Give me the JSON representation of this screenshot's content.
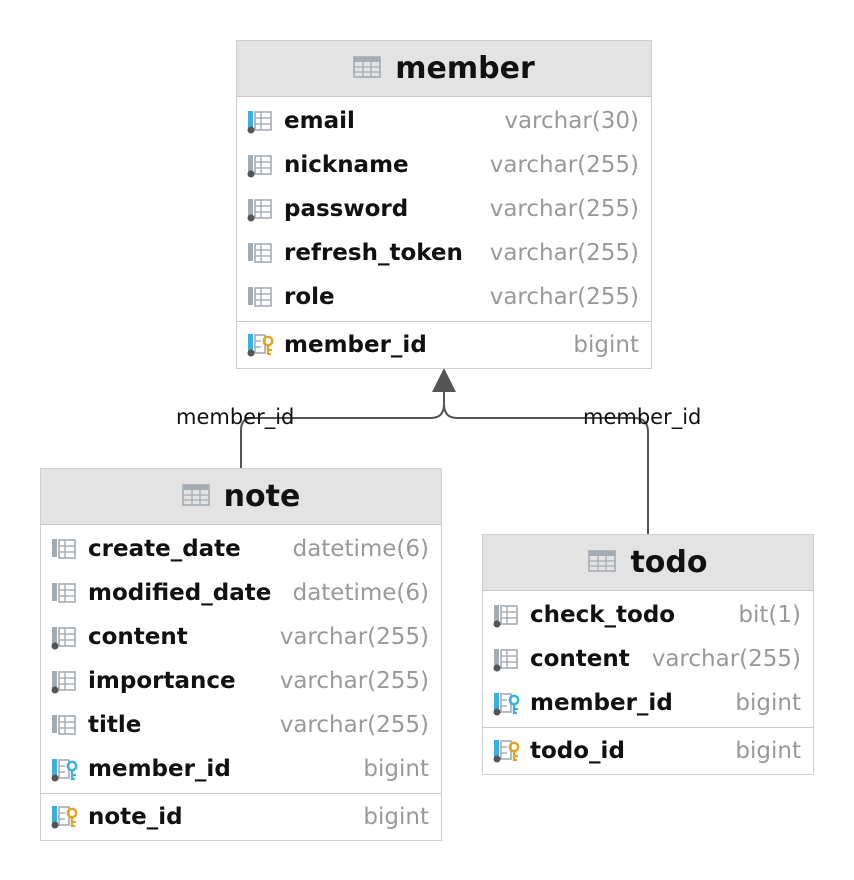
{
  "tables": {
    "member": {
      "name": "member",
      "columns": [
        {
          "name": "email",
          "type": "varchar(30)",
          "icon": "column-unique-icon"
        },
        {
          "name": "nickname",
          "type": "varchar(255)",
          "icon": "column-notnull-icon"
        },
        {
          "name": "password",
          "type": "varchar(255)",
          "icon": "column-notnull-icon"
        },
        {
          "name": "refresh_token",
          "type": "varchar(255)",
          "icon": "column-icon"
        },
        {
          "name": "role",
          "type": "varchar(255)",
          "icon": "column-icon"
        }
      ],
      "pk": {
        "name": "member_id",
        "type": "bigint",
        "icon": "primary-key-icon"
      }
    },
    "note": {
      "name": "note",
      "columns": [
        {
          "name": "create_date",
          "type": "datetime(6)",
          "icon": "column-icon"
        },
        {
          "name": "modified_date",
          "type": "datetime(6)",
          "icon": "column-icon"
        },
        {
          "name": "content",
          "type": "varchar(255)",
          "icon": "column-notnull-icon"
        },
        {
          "name": "importance",
          "type": "varchar(255)",
          "icon": "column-notnull-icon"
        },
        {
          "name": "title",
          "type": "varchar(255)",
          "icon": "column-icon"
        },
        {
          "name": "member_id",
          "type": "bigint",
          "icon": "foreign-key-icon"
        }
      ],
      "pk": {
        "name": "note_id",
        "type": "bigint",
        "icon": "primary-key-icon"
      }
    },
    "todo": {
      "name": "todo",
      "columns": [
        {
          "name": "check_todo",
          "type": "bit(1)",
          "icon": "column-notnull-icon"
        },
        {
          "name": "content",
          "type": "varchar(255)",
          "icon": "column-notnull-icon"
        },
        {
          "name": "member_id",
          "type": "bigint",
          "icon": "foreign-key-icon"
        }
      ],
      "pk": {
        "name": "todo_id",
        "type": "bigint",
        "icon": "primary-key-icon"
      }
    }
  },
  "relations": [
    {
      "label": "member_id",
      "from": "note",
      "to": "member"
    },
    {
      "label": "member_id",
      "from": "todo",
      "to": "member"
    }
  ],
  "colors": {
    "header_bg": "#e3e3e3",
    "border": "#cfcfcf",
    "type_text": "#999999",
    "key_gold": "#e0a526",
    "key_blue": "#3ab0e2",
    "connector": "#555555"
  }
}
